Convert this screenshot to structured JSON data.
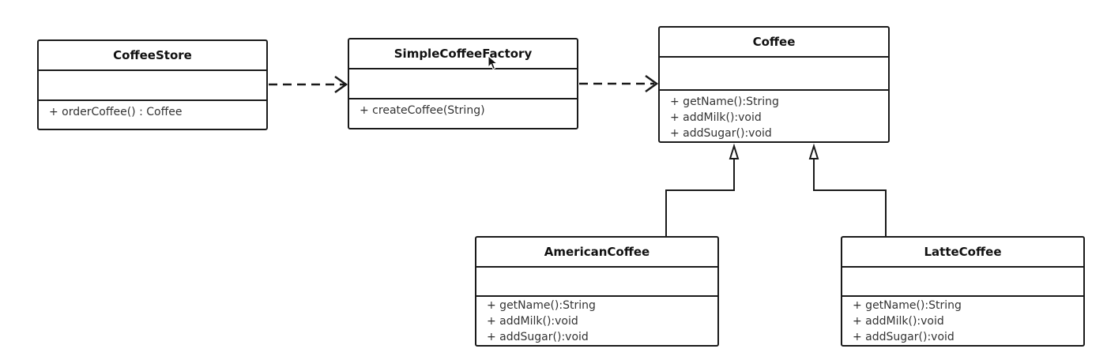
{
  "classes": {
    "coffee_store": {
      "name": "CoffeeStore",
      "operations": [
        "+ orderCoffee() : Coffee"
      ]
    },
    "simple_coffee_factory": {
      "name": "SimpleCoffeeFactory",
      "operations": [
        "+ createCoffee(String)"
      ]
    },
    "coffee": {
      "name": "Coffee",
      "operations": [
        "+ getName():String",
        "+ addMilk():void",
        "+ addSugar():void"
      ]
    },
    "american_coffee": {
      "name": "AmericanCoffee",
      "operations": [
        "+ getName():String",
        "+ addMilk():void",
        "+ addSugar():void"
      ]
    },
    "latte_coffee": {
      "name": "LatteCoffee",
      "operations": [
        "+ getName():String",
        "+ addMilk():void",
        "+ addSugar():void"
      ]
    }
  },
  "colors": {
    "line": "#1a1a1a",
    "text": "#333333",
    "background": "#ffffff"
  }
}
